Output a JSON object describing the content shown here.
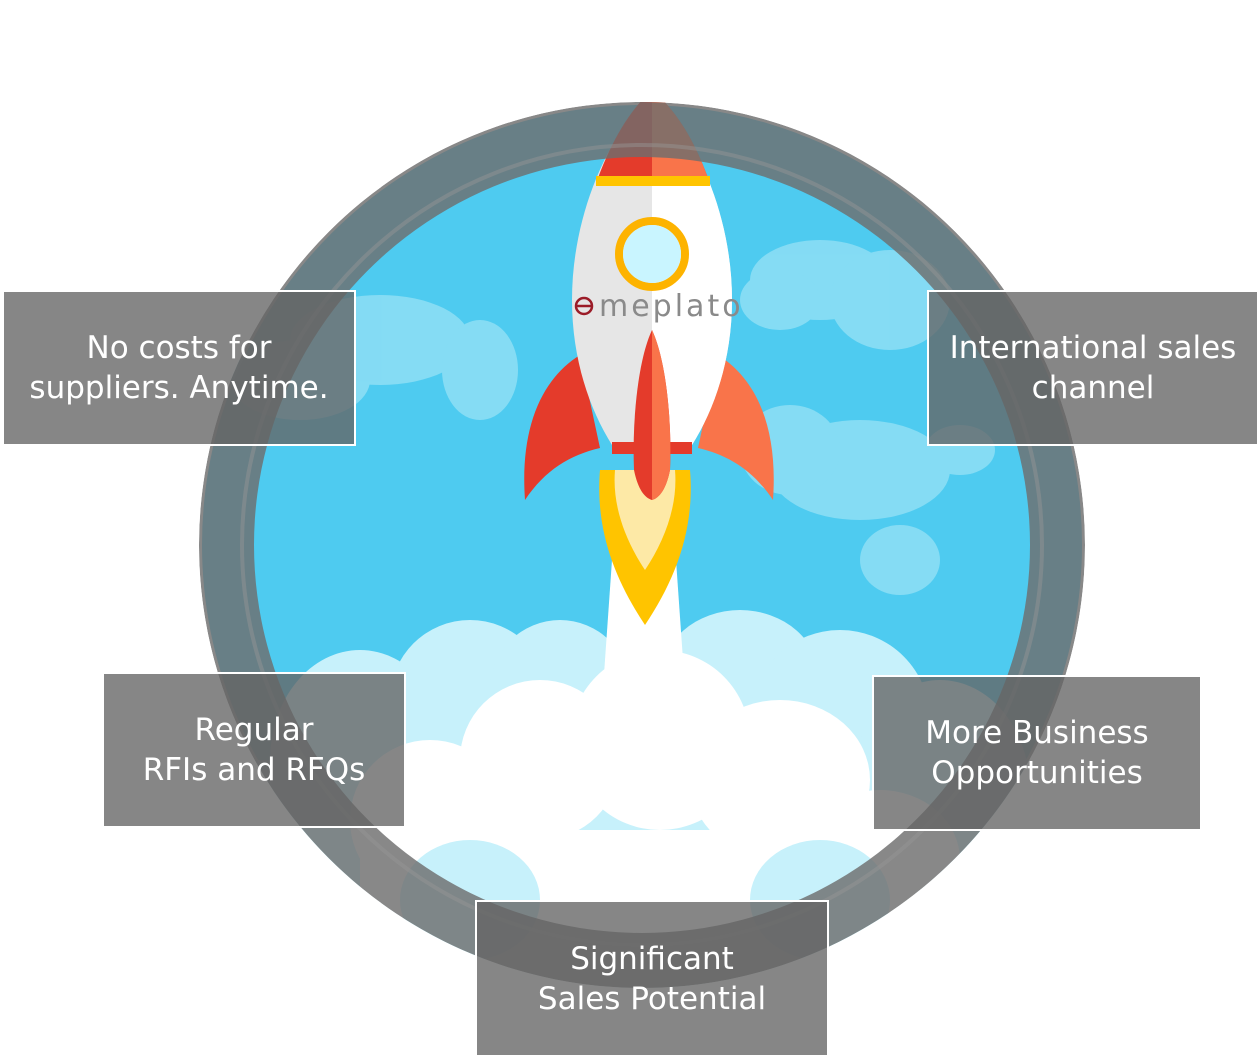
{
  "brand": {
    "logo_text": "meplato",
    "colors": {
      "sky": "#4ecbf0",
      "ring": "#848484",
      "cloud_light": "#c7f1fb",
      "cloud_white": "#ffffff",
      "rocket_body": "#e6e6e6",
      "rocket_red": "#e43b2b",
      "rocket_orange": "#f9744a",
      "window_ring": "#fdb300",
      "flame_outer": "#ffc400",
      "flame_inner": "#fde9a6",
      "box_fill": "#646464"
    }
  },
  "benefits": {
    "no_costs": {
      "line1": "No costs for",
      "line2": "suppliers. Anytime."
    },
    "international": {
      "line1": "International sales",
      "line2": "channel"
    },
    "regular": {
      "line1": "Regular",
      "line2": "RFIs and RFQs"
    },
    "business": {
      "line1": "More Business",
      "line2": "Opportunities"
    },
    "significant": {
      "line1": "Significant",
      "line2": "Sales Potential"
    }
  }
}
